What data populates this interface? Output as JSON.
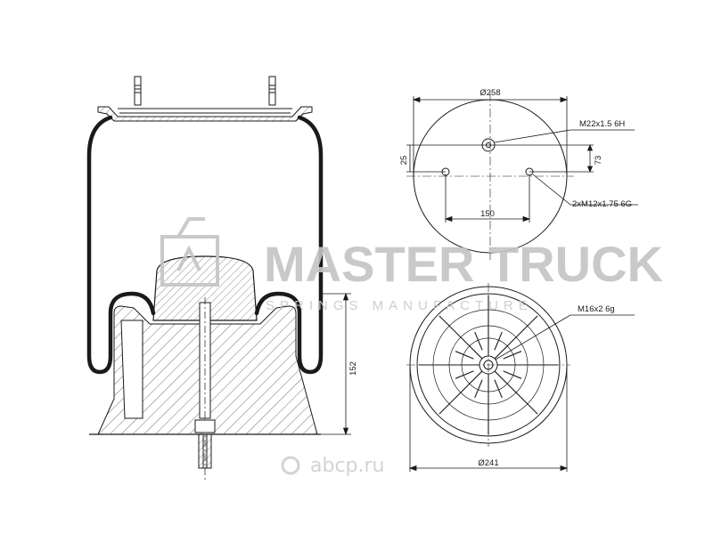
{
  "dimensions": {
    "top_diameter": "Ø258",
    "center_thread": "M22x1.5 6H",
    "offset_left": "25",
    "offset_right": "73",
    "stud_spacing": "150",
    "stud_thread": "2xM12x1.75 6G",
    "bottom_thread": "M16x2 6g",
    "bottom_diameter": "Ø241",
    "height": "152"
  },
  "watermark": {
    "brand": "MASTER TRUCK",
    "tagline": "SPRINGS MANUFACTURE",
    "site": "abcp.ru"
  },
  "colors": {
    "line": "#1a1a1a",
    "watermark": "#c4c4c4"
  }
}
